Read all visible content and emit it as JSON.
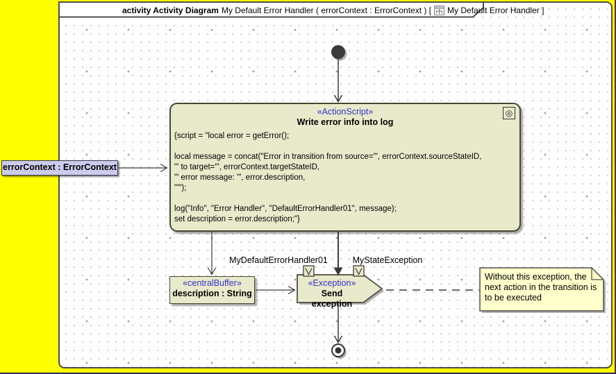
{
  "colors": {
    "canvas_background": "#ffff00",
    "node_fill": "#e9e9cb",
    "parameter_fill": "#ccccee",
    "note_fill": "#ffffcc",
    "stereotype_text": "#3333cc",
    "border": "#474735"
  },
  "frame_header": {
    "keyword": "activity Activity Diagram",
    "pre_icon": "My Default Error Handler ( errorContext : ErrorContext ) [",
    "post_icon": "My Default Error Handler ]"
  },
  "parameter_node": {
    "label": "errorContext : ErrorContext"
  },
  "action_node": {
    "stereotype": "«ActionScript»",
    "name": "Write error info into log",
    "script": "{script = \"local error = getError();\n\nlocal message = concat(\"Error in transition from source='\", errorContext.sourceStateID,\n\"' to target='\", errorContext.targetStateID,\n\"' error message: '\", error.description,\n\"'\");\n\nlog(\"Info\", \"Error Handler\", \"DefaultErrorHandler01\", message);\nset description = error.description;\"}",
    "corner_icon": "◎"
  },
  "buffer_node": {
    "stereotype": "«centralBuffer»",
    "name": "description : String"
  },
  "send_node": {
    "stereotype": "«Exception»",
    "name": "Send exception"
  },
  "pins": {
    "left_label": "MyDefaultErrorHandler01",
    "right_label": "MyStateException"
  },
  "note": {
    "text": "Without this exception, the\nnext action in the transition is\nto be executed"
  }
}
